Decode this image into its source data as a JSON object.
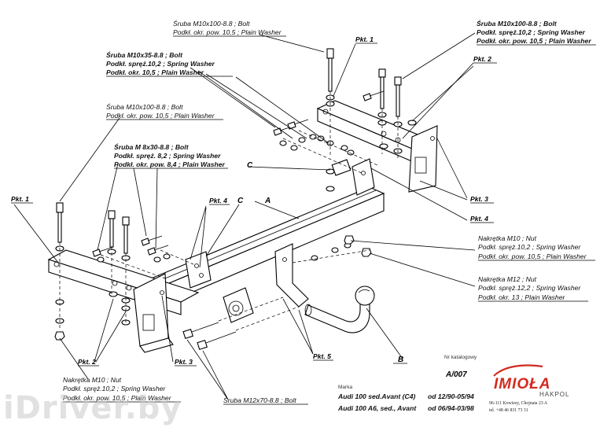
{
  "labels": {
    "top_center": [
      "Śruba M10x100-8.8 ;  Bolt",
      "Podkł. okr. pow. 10,5 ; Plain Washer"
    ],
    "top_right": [
      "Śruba M10x100-8.8 ;  Bolt",
      "Podkł. spręż.10,2 ; Spring Washer",
      "Podkł. okr. pow. 10,5 ; Plain Washer"
    ],
    "upper_left": [
      "Śruba M10x35-8.8 ;  Bolt",
      "Podkł. spręż.10,2 ; Spring Washer",
      "Podkł. okr. 10,5 ; Plain Washer"
    ],
    "mid_left": [
      "Śruba M10x100-8.8 ;  Bolt",
      "Podkł. okr. pow. 10,5 ; Plain Washer"
    ],
    "center_left": [
      "Śruba M 8x30-8.8 ;  Bolt",
      "Podkł. spręż. 8,2 ; Spring Washer",
      "Podkł. okr. pow. 8,4 ; Plain Washer"
    ],
    "right_nut_m10": [
      "Nakrętka  M10 ; Nut",
      "Podkł. spręż.10,2 ; Spring Washer",
      "Podkł. okr. pow. 10,5 ; Plain Washer"
    ],
    "right_nut_m12": [
      "Nakrętka  M12 ; Nut",
      "Podkł. spręż.12,2 ; Spring Washer",
      "Podkł. okr. 13 ; Plain Washer"
    ],
    "bottom_nut_m10": [
      "Nakrętka  M10 ; Nut",
      "Podkł. spręż.10,2 ; Spring Washer",
      "Podkł. okr. pow. 10,5 ; Plain Washer"
    ],
    "bottom_bolt_m12": "Śruba M12x70-8.8 ;  Bolt"
  },
  "tags": {
    "pkt1_top": "Pkt. 1",
    "pkt1_left": "Pkt. 1",
    "pkt2_top": "Pkt. 2",
    "pkt2_bottom": "Pkt. 2",
    "pkt3_right": "Pkt. 3",
    "pkt3_bottom": "Pkt. 3",
    "pkt4_right": "Pkt. 4",
    "pkt4_center": "Pkt. 4",
    "pkt5": "Pkt. 5",
    "A": "A",
    "B": "B",
    "C_top": "C",
    "C_center": "C"
  },
  "catalog": {
    "label": "Nr katalogowy",
    "number": "A/007"
  },
  "vehicle": {
    "marka_label": "Marka",
    "rows": [
      {
        "model": "Audi 100 sed.Avant (C4)",
        "years": "od 12/90-05/94"
      },
      {
        "model": "Audi 100 A6, sed., Avant",
        "years": "od 06/94-03/98"
      }
    ]
  },
  "brand": {
    "logo": "IMIOŁA",
    "sub": "HAKPOL",
    "address": "96-111 Kowiesy, Chojnata 23 A",
    "phone": "tel. +48 46 831 73 31"
  },
  "watermark": "iDriver.by"
}
